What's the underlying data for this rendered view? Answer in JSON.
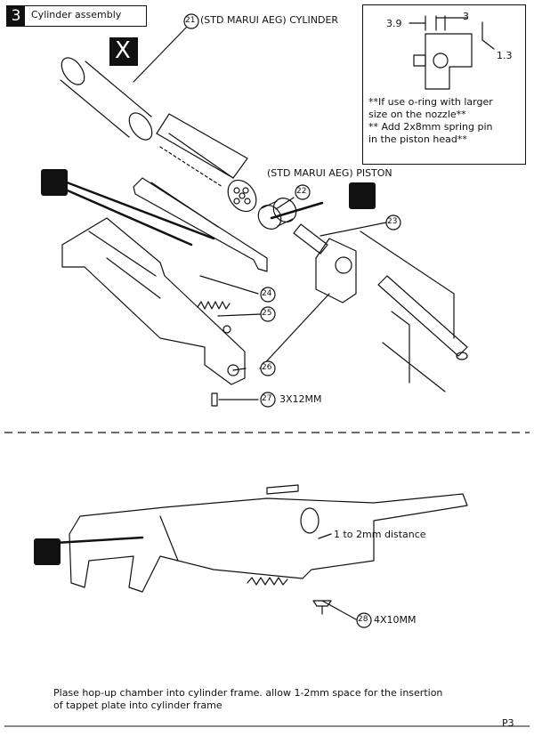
{
  "header": {
    "step_number": "3",
    "title": "Cylinder assembly"
  },
  "x_mark": "X",
  "parts": {
    "p21": {
      "number": "21",
      "label": "(STD MARUI AEG) CYLINDER"
    },
    "piston_label": "(STD MARUI AEG) PISTON",
    "p22": "22",
    "p23": "23",
    "p24": "24",
    "p25": "25",
    "p26": "26",
    "p27": {
      "number": "27",
      "size": "3X12MM"
    },
    "p28": {
      "number": "28",
      "size": "4X10MM"
    }
  },
  "inset": {
    "dim_a": "3.9",
    "dim_b": "3",
    "dim_c": "1.3",
    "note_line1": "**If use o-ring with larger",
    "note_line2": "size on the nozzle**",
    "note_line3": "** Add 2x8mm spring pin",
    "note_line4": "in the piston head**"
  },
  "distance_note": "1 to 2mm distance",
  "instruction_line1": "Plase hop-up chamber into cylinder frame. allow 1-2mm space for the insertion",
  "instruction_line2": "of tappet plate into cylinder frame",
  "page_number": "P3",
  "colors": {
    "ink": "#111111",
    "paper": "#ffffff"
  }
}
